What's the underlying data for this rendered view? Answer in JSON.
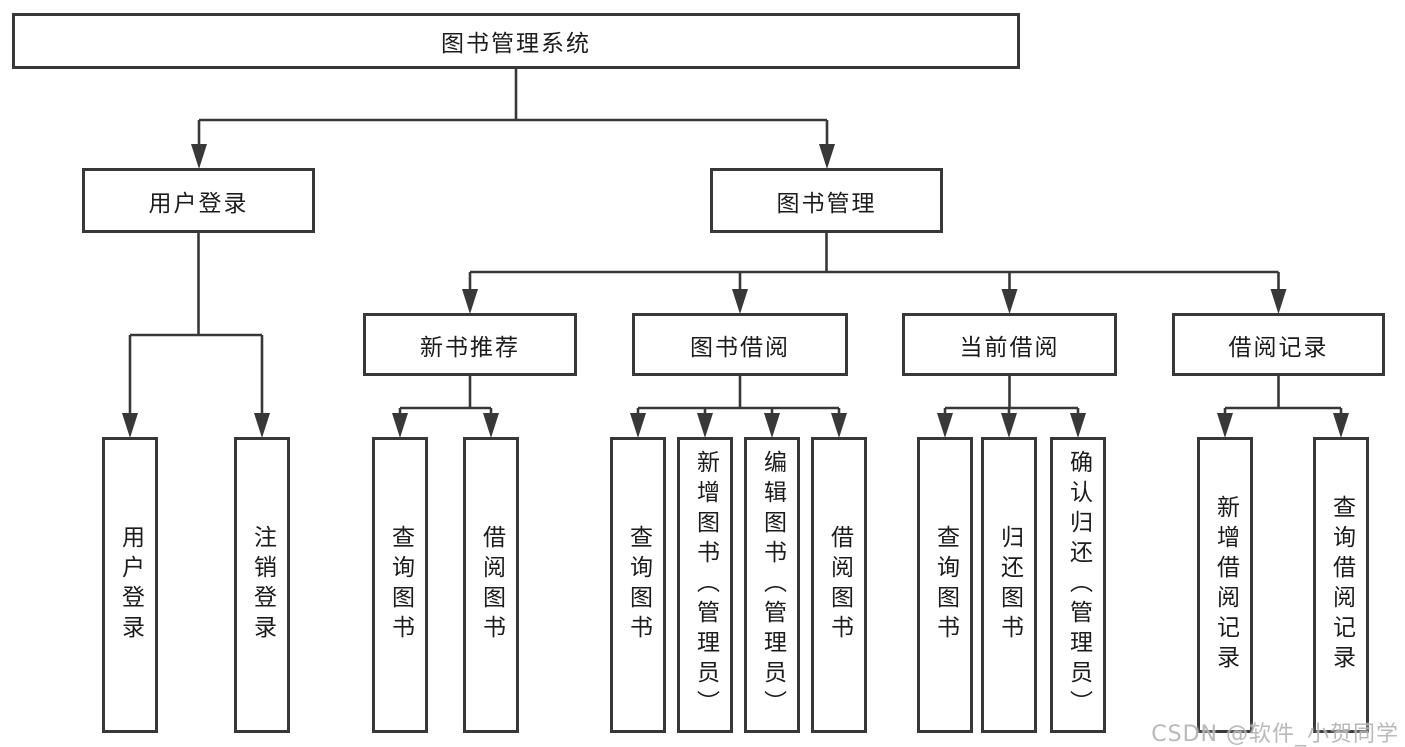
{
  "diagram": {
    "title": "图书管理系统",
    "level2": [
      {
        "label": "用户登录"
      },
      {
        "label": "图书管理"
      }
    ],
    "level3": [
      {
        "label": "新书推荐"
      },
      {
        "label": "图书借阅"
      },
      {
        "label": "当前借阅"
      },
      {
        "label": "借阅记录"
      }
    ],
    "level4_groups": [
      {
        "parent": "用户登录",
        "items": [
          "用户登录",
          "注销登录"
        ]
      },
      {
        "parent": "新书推荐",
        "items": [
          "查询图书",
          "借阅图书"
        ]
      },
      {
        "parent": "图书借阅",
        "items": [
          "查询图书",
          "新增图书（管理员）",
          "编辑图书（管理员）",
          "借阅图书"
        ]
      },
      {
        "parent": "当前借阅",
        "items": [
          "查询图书",
          "归还图书",
          "确认归还（管理员）"
        ]
      },
      {
        "parent": "借阅记录",
        "items": [
          "新增借阅记录",
          "查询借阅记录"
        ]
      }
    ]
  },
  "watermark": "CSDN @软件_小贺同学",
  "colors": {
    "line": "#383838",
    "box_border": "#383838",
    "text": "#1c1c1c",
    "watermark": "#adadad"
  }
}
